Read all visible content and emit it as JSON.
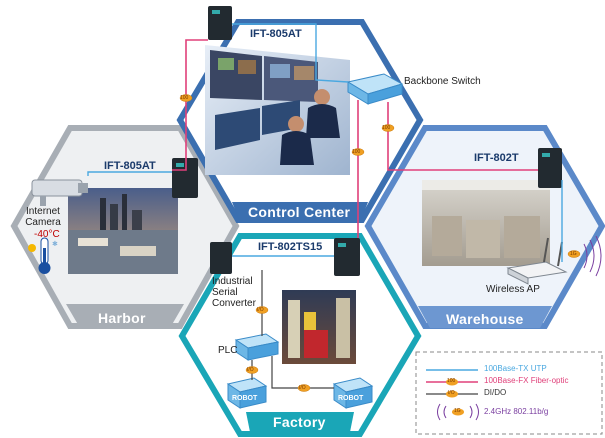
{
  "areas": {
    "control_center": "Control Center",
    "harbor": "Harbor",
    "warehouse": "Warehouse",
    "factory": "Factory"
  },
  "devices": {
    "top": "IFT-805AT",
    "harbor": "IFT-805AT",
    "warehouse": "IFT-802T",
    "factory": "IFT-802TS15"
  },
  "labels": {
    "backbone_switch": "Backbone Switch",
    "internet_camera": "Internet Camera",
    "temperature": "-40°C",
    "wireless_ap": "Wireless AP",
    "industrial_serial_converter": "Industrial Serial Converter",
    "plc": "PLC",
    "robot_1": "ROBOT",
    "robot_2": "ROBOT",
    "port_badge": "100",
    "io_badge": "I/O",
    "wifi_badge": "1G"
  },
  "legend": {
    "utp": "100Base-TX UTP",
    "fiber": "100Base-FX Fiber-optic",
    "dido": "DI/DO",
    "wireless": "2.4GHz 802.11b/g",
    "badge_fiber": "100",
    "badge_dido": "I/O",
    "badge_wireless": "1G"
  },
  "colors": {
    "utp": "#4aa8e0",
    "fiber": "#e0407a",
    "dido": "#444444",
    "wireless": "#7a3fa0",
    "control_center_border": "#3b6fb0",
    "harbor_border": "#a8aeb5",
    "warehouse_border": "#5b89c9",
    "factory_border": "#1aa6b7"
  }
}
